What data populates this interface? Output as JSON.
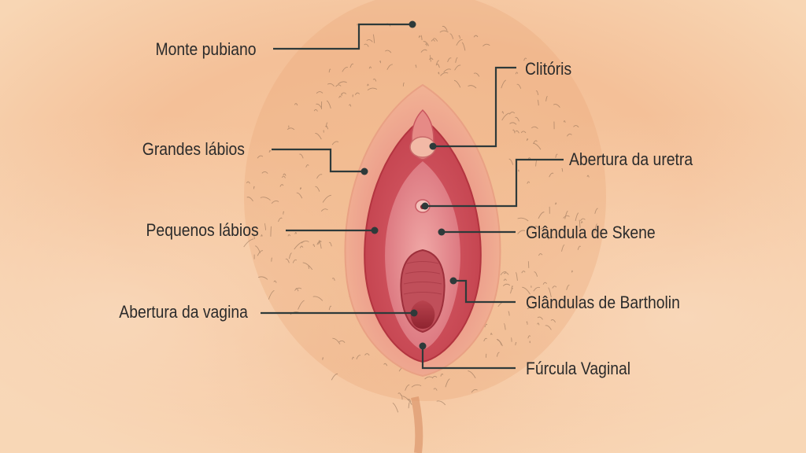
{
  "colors": {
    "skin_light": "#f9d3ad",
    "skin_mid": "#f2b98b",
    "skin_dark": "#e8a673",
    "hair": "#8a6a52",
    "labia_outer": "#e98f86",
    "labia_inner": "#c9464f",
    "mucosa": "#d8606a",
    "leader_line": "#2e3a3a",
    "label_text": "#2b2b2b"
  },
  "labels": {
    "monte_pubiano": "Monte pubiano",
    "grandes_labios": "Grandes lábios",
    "pequenos_labios": "Pequenos lábios",
    "abertura_vagina": "Abertura da vagina",
    "clitoris": "Clitóris",
    "abertura_uretra": "Abertura da uretra",
    "glandula_skene": "Glândula de Skene",
    "glandulas_bartholin": "Glândulas de Bartholin",
    "furcula_vaginal": "Fúrcula Vaginal"
  }
}
